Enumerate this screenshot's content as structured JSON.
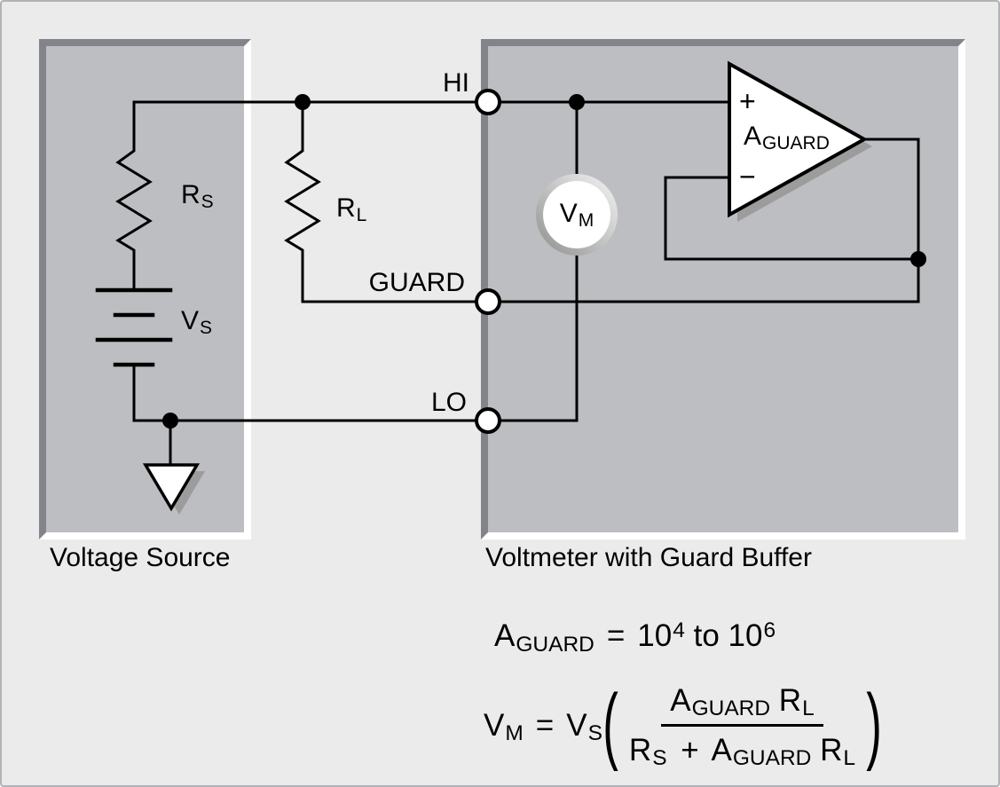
{
  "colors": {
    "page_bg": "#ebebeb",
    "page_border": "#b1b2b6",
    "box_fill": "#bdbec1",
    "box_edge_dark": "#838489",
    "box_edge_light": "#ffffff",
    "line": "#000000",
    "shadow": "#9c9c9c",
    "meter_ring_light": "#f2f2f2",
    "meter_ring_dark": "#8e8e8e"
  },
  "boxes": {
    "voltage_source": {
      "label": "Voltage Source"
    },
    "voltmeter": {
      "label": "Voltmeter with Guard Buffer"
    }
  },
  "terminals": {
    "hi": "HI",
    "guard": "GUARD",
    "lo": "LO"
  },
  "components": {
    "rs": {
      "sym": "R",
      "sub": "S"
    },
    "rl": {
      "sym": "R",
      "sub": "L"
    },
    "vs": {
      "sym": "V",
      "sub": "S"
    },
    "vm": {
      "sym": "V",
      "sub": "M"
    },
    "opamp": {
      "plus": "+",
      "minus": "−",
      "gain": "A",
      "gain_sub": "GUARD"
    }
  },
  "equations": {
    "gain": {
      "lhs": "A",
      "lhs_sub": "GUARD",
      "equals": "=",
      "pow1_base": "10",
      "pow1_exp": "4",
      "conj": "to",
      "pow2_base": "10",
      "pow2_exp": "6"
    },
    "vm": {
      "lhs": "V",
      "lhs_sub": "M",
      "equals": "=",
      "coef": "V",
      "coef_sub": "S",
      "paren_open": "(",
      "paren_close": ")",
      "num_a": "A",
      "num_a_sub": "GUARD",
      "num_r": "R",
      "num_r_sub": "L",
      "den_r1": "R",
      "den_r1_sub": "S",
      "den_plus": "+",
      "den_a": "A",
      "den_a_sub": "GUARD",
      "den_r2": "R",
      "den_r2_sub": "L"
    }
  }
}
